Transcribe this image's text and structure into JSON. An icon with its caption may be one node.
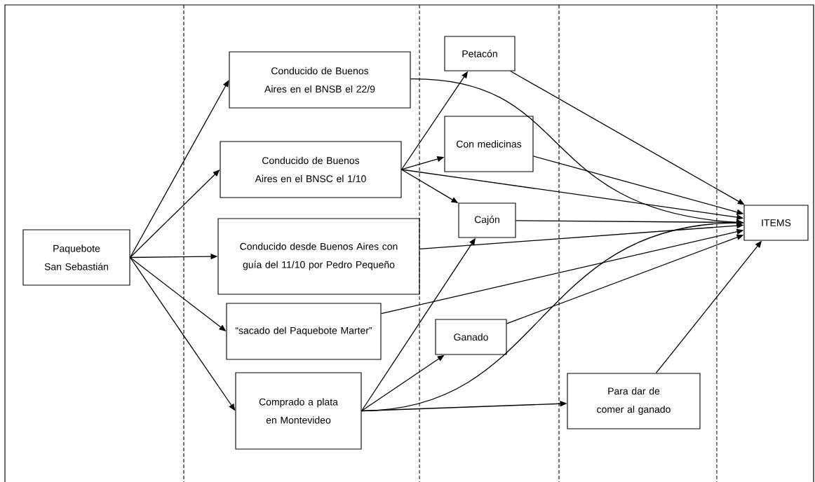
{
  "diagram": {
    "nodes": [
      {
        "text": [
          "Paquebote San Sebastián"
        ]
      },
      {
        "text": [
          "Conducido de Buenos Aires en el BNSB el 22/9"
        ]
      },
      {
        "text": [
          "Conducido de Buenos Aires en el BNSC el 1/10"
        ]
      },
      {
        "text": [
          "Conducido desde Buenos Aires con guía del 11/10 por Pedro Pequeño"
        ]
      },
      {
        "text": [
          "“sacado del Paquebote Marter”"
        ]
      },
      {
        "text": [
          "Comprado a plata en Montevideo"
        ]
      },
      {
        "text": [
          "Petacón"
        ]
      },
      {
        "text": [
          "Con medicinas"
        ]
      },
      {
        "text": [
          "Cajón"
        ]
      },
      {
        "text": [
          "Ganado"
        ]
      },
      {
        "text": [
          "Para dar de comer al ganado"
        ]
      },
      {
        "text": [
          "ITEMS"
        ]
      }
    ],
    "edges": [
      {
        "from": 0,
        "to": 1,
        "arrow": "to"
      },
      {
        "from": 0,
        "to": 2,
        "arrow": "to"
      },
      {
        "from": 0,
        "to": 3,
        "arrow": "to"
      },
      {
        "from": 0,
        "to": 4,
        "arrow": "to"
      },
      {
        "from": 0,
        "to": 5,
        "arrow": "to"
      },
      {
        "from": 1,
        "to": 11,
        "arrow": "to"
      },
      {
        "from": 2,
        "to": 6,
        "arrow": "to"
      },
      {
        "from": 2,
        "to": 7,
        "arrow": "to"
      },
      {
        "from": 2,
        "to": 8,
        "arrow": "to"
      },
      {
        "from": 2,
        "to": 11,
        "arrow": "to"
      },
      {
        "from": 5,
        "to": 8,
        "arrow": "to"
      },
      {
        "from": 5,
        "to": 9,
        "arrow": "to"
      },
      {
        "from": 5,
        "to": 10,
        "arrow": "to"
      },
      {
        "from": 5,
        "to": 11,
        "arrow": "to"
      },
      {
        "from": 6,
        "to": 11,
        "arrow": "to"
      },
      {
        "from": 7,
        "to": 11,
        "arrow": "to"
      },
      {
        "from": 8,
        "to": 11,
        "arrow": "to"
      },
      {
        "from": 3,
        "to": 11,
        "arrow": "to"
      },
      {
        "from": 4,
        "to": 11,
        "arrow": "to"
      },
      {
        "from": 9,
        "to": 11,
        "arrow": "to"
      },
      {
        "from": 10,
        "to": 11,
        "arrow": "to"
      }
    ]
  }
}
